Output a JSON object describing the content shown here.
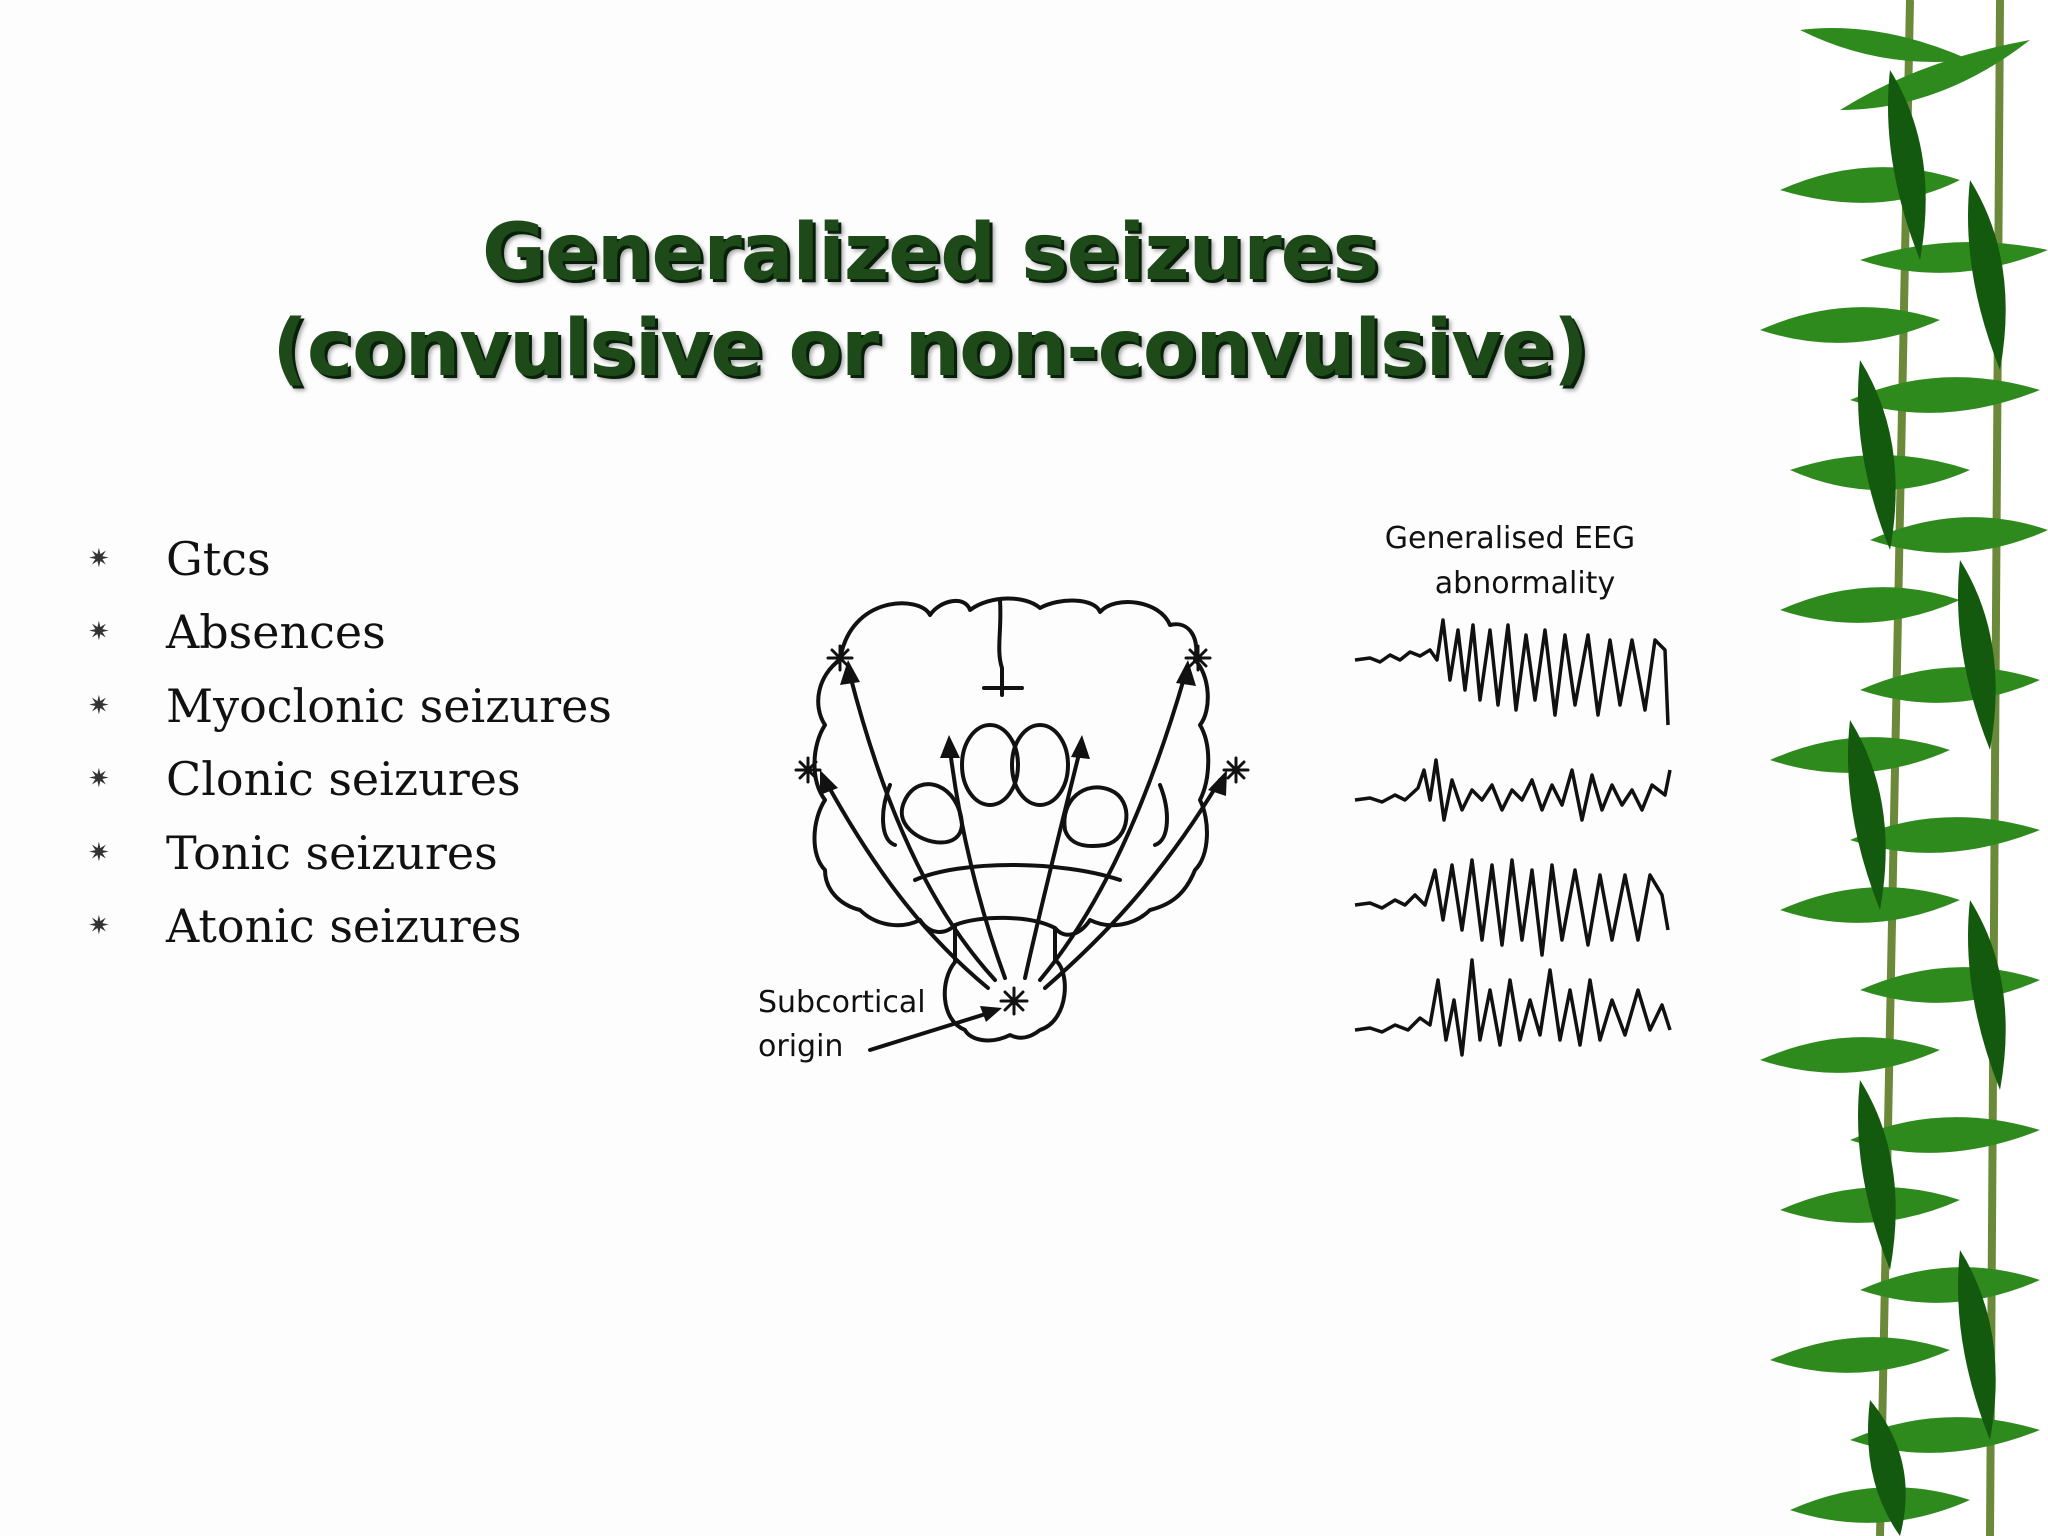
{
  "slide": {
    "title_line1": "Generalized seizures",
    "title_line2": "(convulsive or non-convulsive)",
    "bullets": [
      "Gtcs",
      "Absences",
      "Myoclonic seizures",
      "Clonic seizures",
      "Tonic seizures",
      "Atonic seizures"
    ],
    "bullet_icon": "asterisk-icon"
  },
  "figure": {
    "eeg_label_line1": "Generalised EEG",
    "eeg_label_line2": "abnormality",
    "origin_label_line1": "Subcortical",
    "origin_label_line2": "origin"
  },
  "colors": {
    "title": "#1e4a1a",
    "bamboo_leaf": "#2f8a1e",
    "bamboo_dark": "#145a0e"
  }
}
